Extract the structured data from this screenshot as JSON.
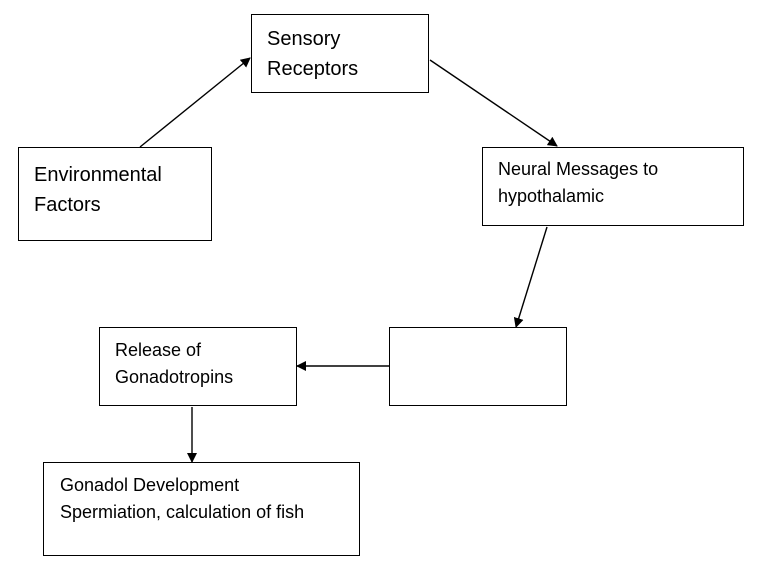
{
  "diagram": {
    "nodes": {
      "environmental_factors": "Environmental\nFactors",
      "sensory_receptors": "Sensory\nReceptors",
      "neural_messages": "Neural Messages to\nhypothalamic",
      "empty_box": "",
      "release_gonadotropins": "Release of\nGonadotropins",
      "gonadol_development": "Gonadol Development\nSpermiation, calculation of fish"
    }
  }
}
